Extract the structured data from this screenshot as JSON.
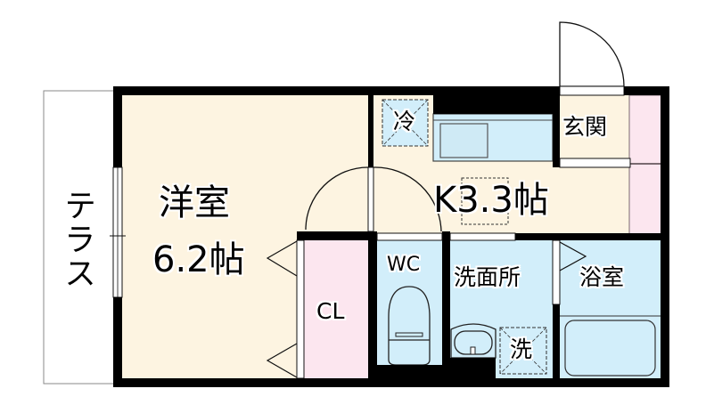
{
  "floor_plan": {
    "type": "apartment floor plan (1K)",
    "colors": {
      "wall": "#000000",
      "western_room_floor": "#fdf4e1",
      "kitchen_floor": "#fdf4e1",
      "entrance_floor": "#fdf4e1",
      "closet_floor": "#fce6ef",
      "water_area_floor": "#d2eefa",
      "terrace": "#ffffff"
    },
    "rooms": [
      {
        "id": "western-room",
        "name": "洋室",
        "size": "6.2帖"
      },
      {
        "id": "kitchen",
        "name": "K",
        "size": "3.3帖",
        "label": "K3.3帖"
      },
      {
        "id": "entrance",
        "name": "玄関"
      },
      {
        "id": "closet",
        "name": "CL"
      },
      {
        "id": "toilet",
        "name": "WC"
      },
      {
        "id": "washroom",
        "name": "洗面所"
      },
      {
        "id": "bathroom",
        "name": "浴室"
      },
      {
        "id": "terrace",
        "name": "テラス"
      }
    ],
    "fixtures": [
      {
        "id": "fridge-space",
        "label": "冷"
      },
      {
        "id": "washer-space",
        "label": "洗"
      }
    ]
  }
}
